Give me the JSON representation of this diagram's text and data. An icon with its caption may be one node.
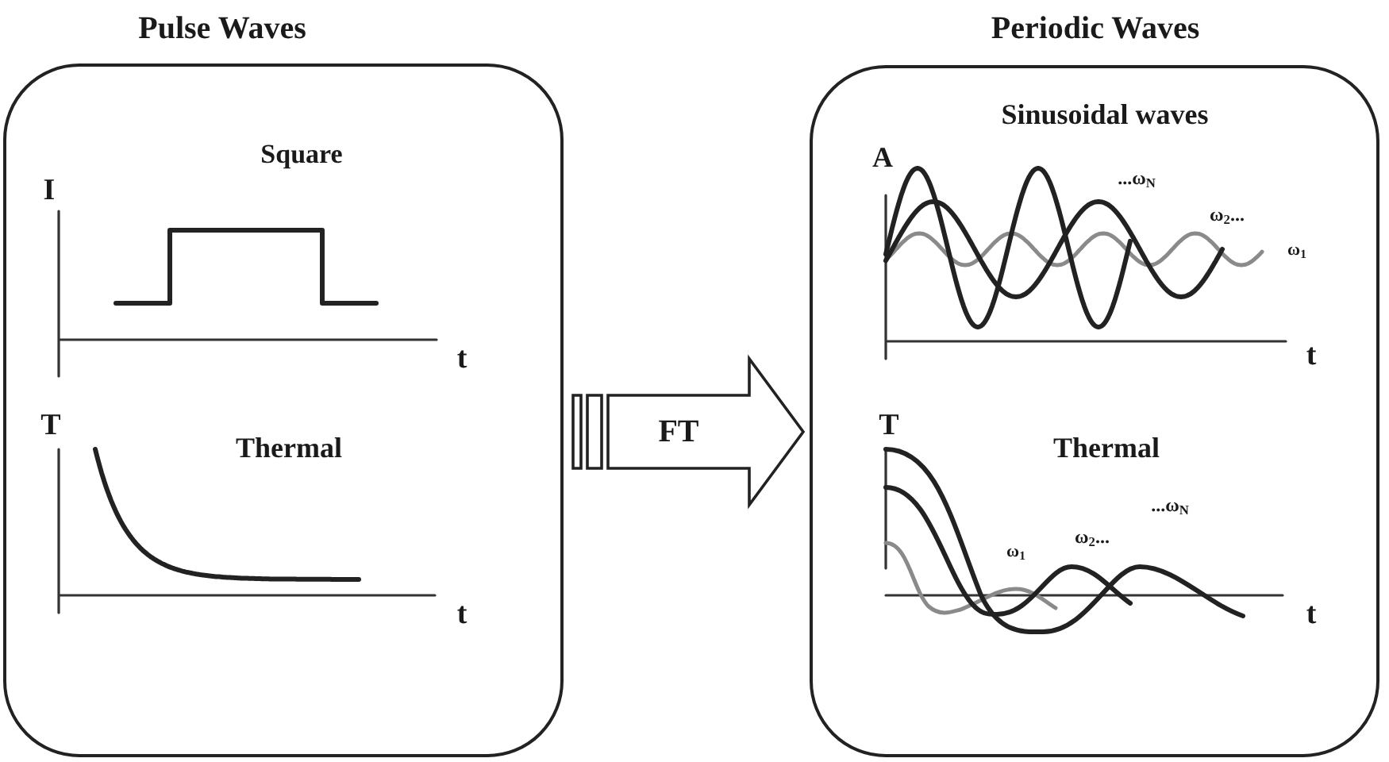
{
  "diagram": {
    "nodes": [
      {
        "text": [
          "Pulse Waves",
          "Square",
          "Thermal"
        ]
      },
      {
        "text": [
          "Periodic Waves",
          "Sinusoidal waves",
          "Thermal"
        ]
      }
    ],
    "edges": [
      {
        "from": 0,
        "to": 1,
        "arrow": "to",
        "label": "FT"
      }
    ],
    "labels": [
      "I",
      "t",
      "T",
      "t",
      "A",
      "...ω$_{N}$",
      "ω$_{2}$...",
      "ω$_{1}$",
      "t",
      "T",
      "...ω$_{N}$",
      "ω$_{2}$...",
      "ω$_{1}$",
      "t"
    ]
  }
}
